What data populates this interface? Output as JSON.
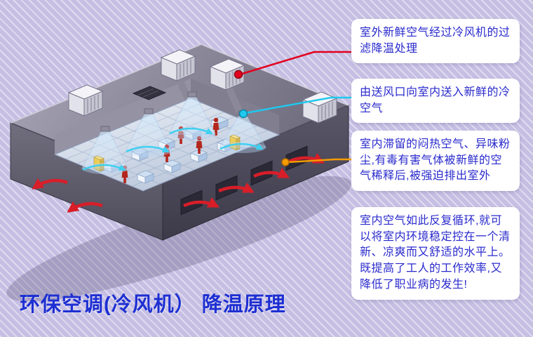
{
  "background": {
    "base_color": "#c6bfe3",
    "stripe_color": "#ffffff"
  },
  "title": {
    "text": "环保空调(冷风机） 降温原理",
    "color": "#1d2fd2"
  },
  "callouts": [
    {
      "text": "室外新鲜空气经过冷风机的过滤降温处理",
      "marker": "red-dot",
      "marker_color": "#e2001e"
    },
    {
      "text": "由送风口向室内送入新鲜的冷空气",
      "marker": "cyan-dot",
      "marker_color": "#20c8ee"
    },
    {
      "text": "室内滞留的闷热空气、异味粉尘,有毒有害气体被新鲜的空气稀释后,被强迫排出室外",
      "marker": "orange-dot",
      "marker_color": "#f59b00"
    },
    {
      "text": "室内空气如此反复循环,就可以将室内环境稳定控在一个清新、凉爽而又舒适的水平上。既提高了工人的工作效率,又降低了职业病的发生!",
      "marker": null,
      "marker_color": null
    }
  ],
  "illustration": {
    "type": "isometric-factory-cooling-diagram",
    "cooling_unit_count": 4,
    "ceiling_diffuser_count": 4,
    "worker_count": 5,
    "exhaust_arrow_color": "#d81e28",
    "supply_air_color": "#3fd0f0",
    "worker_color": "#b3261c"
  }
}
